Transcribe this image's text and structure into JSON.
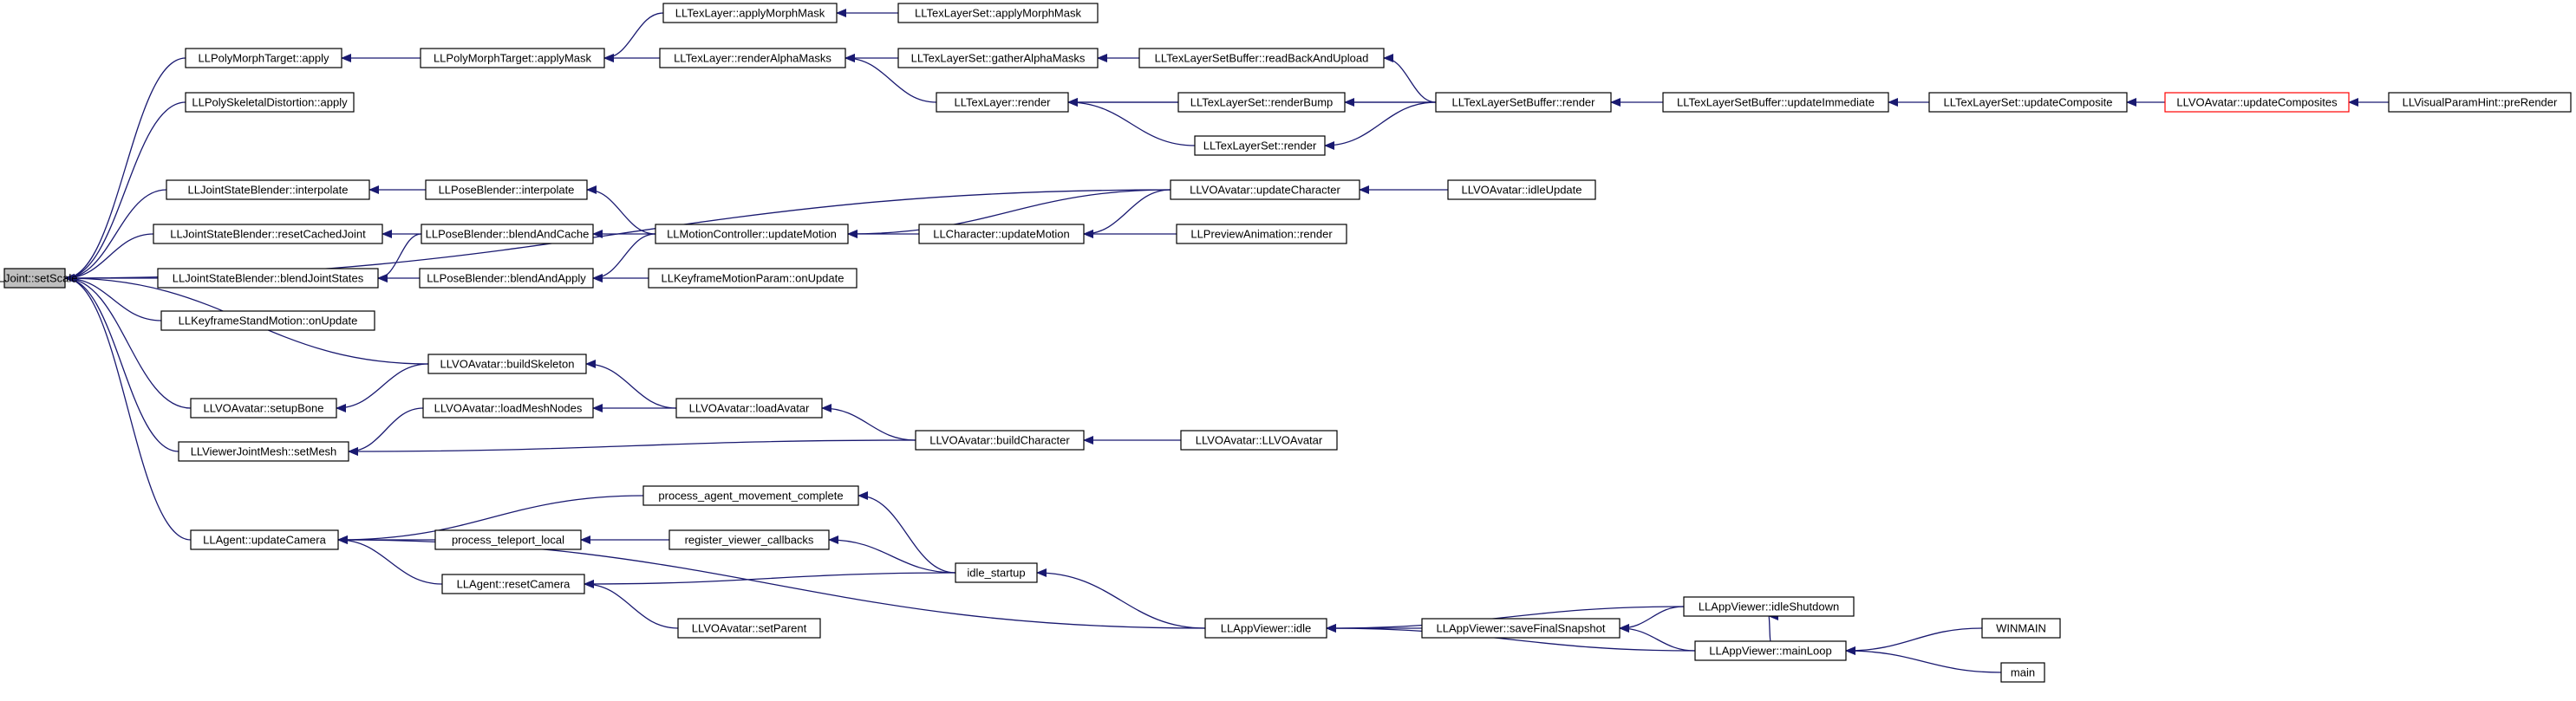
{
  "graph": {
    "edge_color": "#191970",
    "arrow_direction": "caller-to-callee",
    "root_fill": "#bfbfbf",
    "highlight_stroke": "#ff0000",
    "nodes": [
      {
        "id": "n0",
        "label": "LLJoint::setScale",
        "style": "root"
      },
      {
        "id": "n1",
        "label": "LLPolyMorphTarget::apply"
      },
      {
        "id": "n2",
        "label": "LLPolyMorphTarget::applyMask"
      },
      {
        "id": "n3",
        "label": "LLTexLayer::applyMorphMask"
      },
      {
        "id": "n4",
        "label": "LLTexLayerSet::applyMorphMask"
      },
      {
        "id": "n5",
        "label": "LLTexLayer::renderAlphaMasks"
      },
      {
        "id": "n6",
        "label": "LLTexLayerSet::gatherAlphaMasks"
      },
      {
        "id": "n7",
        "label": "LLTexLayerSetBuffer::readBackAndUpload"
      },
      {
        "id": "n8",
        "label": "LLTexLayer::render"
      },
      {
        "id": "n9",
        "label": "LLTexLayerSet::renderBump"
      },
      {
        "id": "n10",
        "label": "LLTexLayerSetBuffer::render"
      },
      {
        "id": "n11",
        "label": "LLTexLayerSetBuffer::updateImmediate"
      },
      {
        "id": "n12",
        "label": "LLTexLayerSet::updateComposite"
      },
      {
        "id": "n13",
        "label": "LLVOAvatar::updateComposites",
        "style": "highlight"
      },
      {
        "id": "n14",
        "label": "LLVisualParamHint::preRender"
      },
      {
        "id": "n15",
        "label": "LLTexLayerSet::render"
      },
      {
        "id": "n16",
        "label": "LLPolySkeletalDistortion::apply"
      },
      {
        "id": "n17",
        "label": "LLJointStateBlender::interpolate"
      },
      {
        "id": "n18",
        "label": "LLPoseBlender::interpolate"
      },
      {
        "id": "n19",
        "label": "LLVOAvatar::updateCharacter"
      },
      {
        "id": "n20",
        "label": "LLVOAvatar::idleUpdate"
      },
      {
        "id": "n21",
        "label": "LLJointStateBlender::resetCachedJoint"
      },
      {
        "id": "n22",
        "label": "LLPoseBlender::blendAndCache"
      },
      {
        "id": "n23",
        "label": "LLMotionController::updateMotion"
      },
      {
        "id": "n24",
        "label": "LLCharacter::updateMotion"
      },
      {
        "id": "n25",
        "label": "LLPreviewAnimation::render"
      },
      {
        "id": "n26",
        "label": "LLJointStateBlender::blendJointStates"
      },
      {
        "id": "n27",
        "label": "LLPoseBlender::blendAndApply"
      },
      {
        "id": "n28",
        "label": "LLKeyframeMotionParam::onUpdate"
      },
      {
        "id": "n29",
        "label": "LLKeyframeStandMotion::onUpdate"
      },
      {
        "id": "n30",
        "label": "LLVOAvatar::buildSkeleton"
      },
      {
        "id": "n31",
        "label": "LLVOAvatar::setupBone"
      },
      {
        "id": "n32",
        "label": "LLVOAvatar::loadMeshNodes"
      },
      {
        "id": "n33",
        "label": "LLVOAvatar::loadAvatar"
      },
      {
        "id": "n34",
        "label": "LLViewerJointMesh::setMesh"
      },
      {
        "id": "n35",
        "label": "LLVOAvatar::buildCharacter"
      },
      {
        "id": "n36",
        "label": "LLVOAvatar::LLVOAvatar"
      },
      {
        "id": "n37",
        "label": "process_agent_movement_complete"
      },
      {
        "id": "n38",
        "label": "LLAgent::updateCamera"
      },
      {
        "id": "n39",
        "label": "process_teleport_local"
      },
      {
        "id": "n40",
        "label": "register_viewer_callbacks"
      },
      {
        "id": "n41",
        "label": "idle_startup"
      },
      {
        "id": "n42",
        "label": "LLAgent::resetCamera"
      },
      {
        "id": "n43",
        "label": "LLVOAvatar::setParent"
      },
      {
        "id": "n44",
        "label": "LLAppViewer::idle"
      },
      {
        "id": "n45",
        "label": "LLAppViewer::saveFinalSnapshot"
      },
      {
        "id": "n46",
        "label": "LLAppViewer::idleShutdown"
      },
      {
        "id": "n47",
        "label": "LLAppViewer::mainLoop"
      },
      {
        "id": "n48",
        "label": "WINMAIN"
      },
      {
        "id": "n49",
        "label": "main"
      }
    ],
    "edges": [
      {
        "from": "n1",
        "to": "n0"
      },
      {
        "from": "n16",
        "to": "n0"
      },
      {
        "from": "n19",
        "to": "n0"
      },
      {
        "from": "n17",
        "to": "n0"
      },
      {
        "from": "n21",
        "to": "n0"
      },
      {
        "from": "n26",
        "to": "n0"
      },
      {
        "from": "n29",
        "to": "n0"
      },
      {
        "from": "n30",
        "to": "n0"
      },
      {
        "from": "n31",
        "to": "n0"
      },
      {
        "from": "n34",
        "to": "n0"
      },
      {
        "from": "n38",
        "to": "n0"
      },
      {
        "from": "n2",
        "to": "n1"
      },
      {
        "from": "n3",
        "to": "n2"
      },
      {
        "from": "n5",
        "to": "n2"
      },
      {
        "from": "n4",
        "to": "n3"
      },
      {
        "from": "n6",
        "to": "n5"
      },
      {
        "from": "n8",
        "to": "n5"
      },
      {
        "from": "n7",
        "to": "n6"
      },
      {
        "from": "n10",
        "to": "n7"
      },
      {
        "from": "n9",
        "to": "n8"
      },
      {
        "from": "n15",
        "to": "n8"
      },
      {
        "from": "n10",
        "to": "n8"
      },
      {
        "from": "n10",
        "to": "n9"
      },
      {
        "from": "n10",
        "to": "n15"
      },
      {
        "from": "n11",
        "to": "n10"
      },
      {
        "from": "n12",
        "to": "n11"
      },
      {
        "from": "n13",
        "to": "n12"
      },
      {
        "from": "n14",
        "to": "n13"
      },
      {
        "from": "n18",
        "to": "n17"
      },
      {
        "from": "n23",
        "to": "n18"
      },
      {
        "from": "n22",
        "to": "n21"
      },
      {
        "from": "n22",
        "to": "n26"
      },
      {
        "from": "n27",
        "to": "n26"
      },
      {
        "from": "n23",
        "to": "n22"
      },
      {
        "from": "n23",
        "to": "n27"
      },
      {
        "from": "n28",
        "to": "n27"
      },
      {
        "from": "n19",
        "to": "n23"
      },
      {
        "from": "n24",
        "to": "n23"
      },
      {
        "from": "n25",
        "to": "n24"
      },
      {
        "from": "n19",
        "to": "n24"
      },
      {
        "from": "n20",
        "to": "n19"
      },
      {
        "from": "n30",
        "to": "n31"
      },
      {
        "from": "n33",
        "to": "n30"
      },
      {
        "from": "n32",
        "to": "n34"
      },
      {
        "from": "n33",
        "to": "n32"
      },
      {
        "from": "n35",
        "to": "n33"
      },
      {
        "from": "n35",
        "to": "n34"
      },
      {
        "from": "n36",
        "to": "n35"
      },
      {
        "from": "n37",
        "to": "n38"
      },
      {
        "from": "n39",
        "to": "n38"
      },
      {
        "from": "n42",
        "to": "n38"
      },
      {
        "from": "n44",
        "to": "n38"
      },
      {
        "from": "n41",
        "to": "n37"
      },
      {
        "from": "n40",
        "to": "n39"
      },
      {
        "from": "n41",
        "to": "n40"
      },
      {
        "from": "n41",
        "to": "n42"
      },
      {
        "from": "n43",
        "to": "n42"
      },
      {
        "from": "n44",
        "to": "n41"
      },
      {
        "from": "n45",
        "to": "n44"
      },
      {
        "from": "n46",
        "to": "n44"
      },
      {
        "from": "n47",
        "to": "n44"
      },
      {
        "from": "n46",
        "to": "n45"
      },
      {
        "from": "n47",
        "to": "n45"
      },
      {
        "from": "n47",
        "to": "n46"
      },
      {
        "from": "n48",
        "to": "n47"
      },
      {
        "from": "n49",
        "to": "n47"
      }
    ]
  }
}
